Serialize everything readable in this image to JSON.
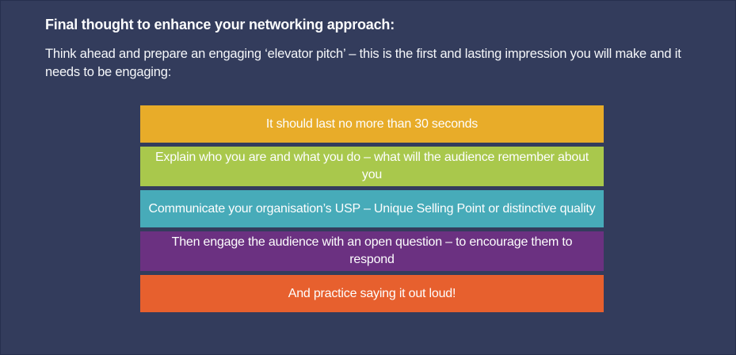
{
  "page": {
    "background_color": "#333c5c",
    "text_color": "#fbfcfd"
  },
  "header": {
    "title": "Final thought to enhance your networking approach:"
  },
  "intro": {
    "text": "Think ahead and prepare an engaging ‘elevator pitch’ – this is the first and lasting impression you will make and it needs to be engaging:"
  },
  "steps": [
    {
      "label": "It should last no more than 30 seconds",
      "color": "#e8ac29"
    },
    {
      "label": "Explain who you are and what you do – what will the audience remember about you",
      "color": "#a9c84c"
    },
    {
      "label": "Communicate your organisation’s USP – Unique Selling Point or distinctive quality",
      "color": "#47abb9"
    },
    {
      "label": "Then engage the audience with an open question – to encourage them to respond",
      "color": "#6b3181"
    },
    {
      "label": "And practice saying it out loud!",
      "color": "#e7602e"
    }
  ]
}
